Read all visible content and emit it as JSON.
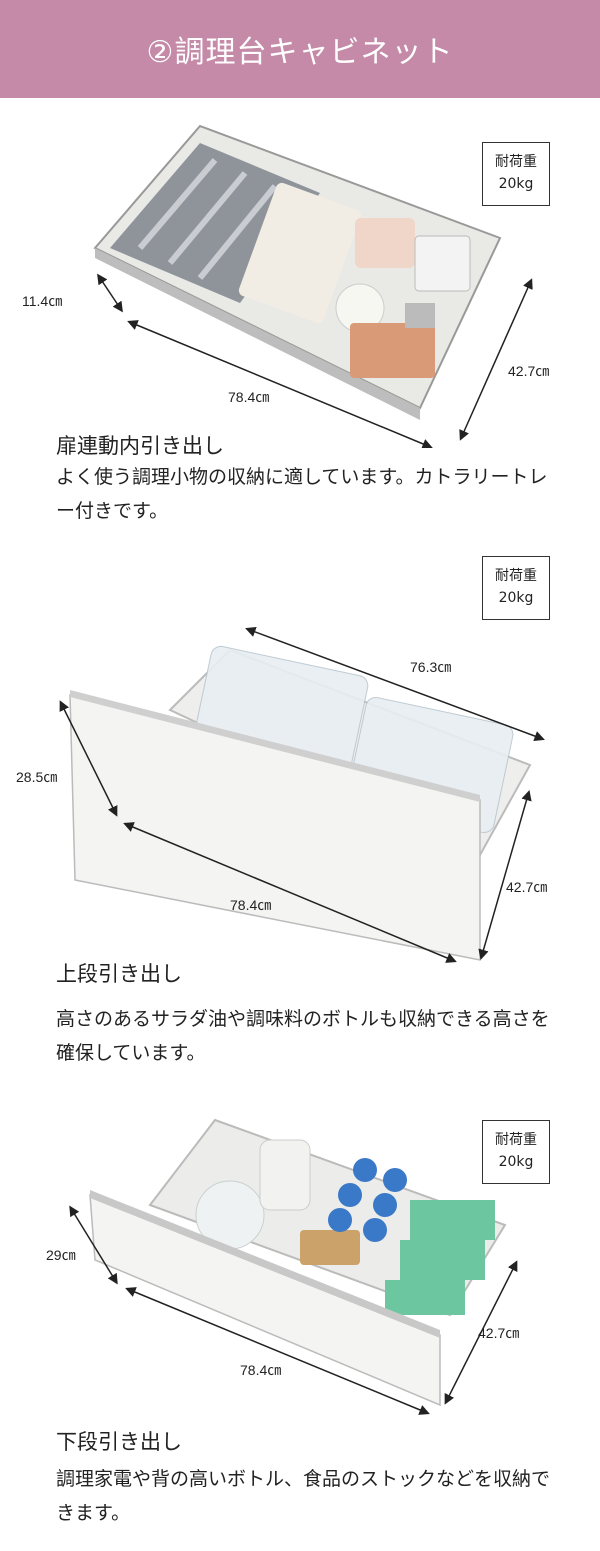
{
  "header": {
    "title": "②調理台キャビネット"
  },
  "sections": [
    {
      "load_label": "耐荷重",
      "load_value": "20kg",
      "dims": {
        "height": "11.4㎝",
        "width": "78.4㎝",
        "depth": "42.7㎝"
      },
      "title": "扉連動内引き出し",
      "description": "よく使う調理小物の収納に適しています。カトラリートレー付きです。"
    },
    {
      "load_label": "耐荷重",
      "load_value": "20kg",
      "dims": {
        "inner_width": "76.3㎝",
        "height": "28.5㎝",
        "width": "78.4㎝",
        "depth": "42.7㎝"
      },
      "title": "上段引き出し",
      "description": "高さのあるサラダ油や調味料のボトルも収納できる高さを確保しています。"
    },
    {
      "load_label": "耐荷重",
      "load_value": "20kg",
      "dims": {
        "height": "29㎝",
        "width": "78.4㎝",
        "depth": "42.7㎝"
      },
      "title": "下段引き出し",
      "description": "調理家電や背の高いボトル、食品のストックなどを収納できます。"
    }
  ]
}
